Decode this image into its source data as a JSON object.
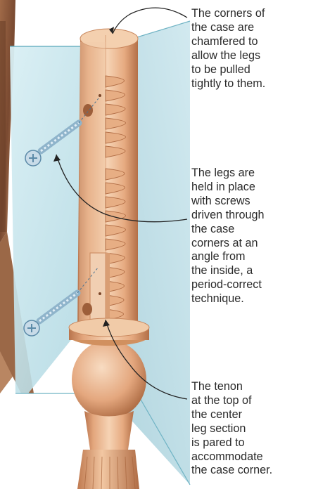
{
  "callouts": [
    {
      "id": "corners",
      "text": "The corners of\nthe case are\nchamfered to\nallow the legs\nto be pulled\ntightly to them."
    },
    {
      "id": "screws",
      "text": "The legs are\nheld in place\nwith screws\ndriven through\nthe case\ncorners at an\nangle from\nthe inside, a\nperiod-correct\ntechnique."
    },
    {
      "id": "tenon",
      "text": "The tenon\nat the top of\nthe center\nleg section\nis pared to\naccommodate\nthe case corner."
    }
  ],
  "colors": {
    "wood_light": "#f3c9a5",
    "wood_mid": "#e3a67d",
    "wood_dark": "#b9754d",
    "glass_panel": "#cfe8ee",
    "glass_edge": "#6fb3c4",
    "screw": "#c8dbe8",
    "leader_line": "#222222",
    "photo_left": "#8a5a3c"
  }
}
